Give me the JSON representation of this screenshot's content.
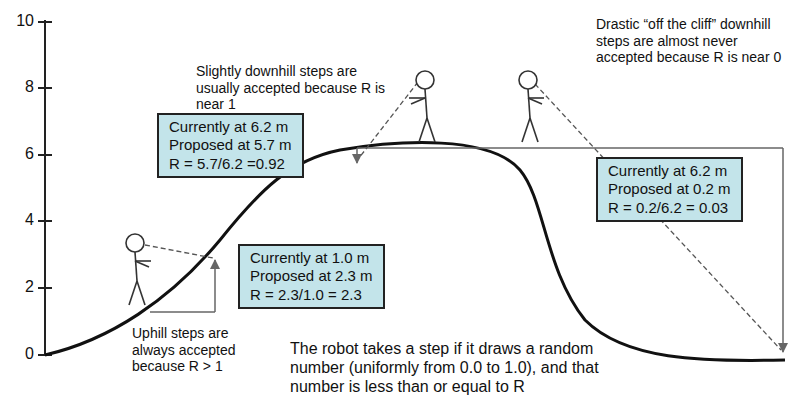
{
  "diagram": {
    "nodes": [
      {
        "text": [
          "Currently at 6.2 m",
          "Proposed at 5.7 m",
          "R = 5.7/6.2 =0.92"
        ]
      },
      {
        "text": [
          "Currently at 6.2 m",
          "Proposed at 0.2 m",
          "R = 0.2/6.2 = 0.03"
        ]
      },
      {
        "text": [
          "Currently at 1.0 m",
          "Proposed at 2.3 m",
          "R = 2.3/1.0 = 2.3"
        ]
      }
    ],
    "labels": [
      "10",
      "8",
      "6",
      "4",
      "2",
      "0",
      "Slightly downhill steps are usually accepted because R is near 1",
      "Drastic “off the cliff” downhill steps are almost never accepted because R is near 0",
      "Uphill steps are always accepted because R > 1",
      "The robot takes a step if it draws a random number (uniformly from 0.0 to 1.0), and that number is less than or equal to R"
    ]
  }
}
